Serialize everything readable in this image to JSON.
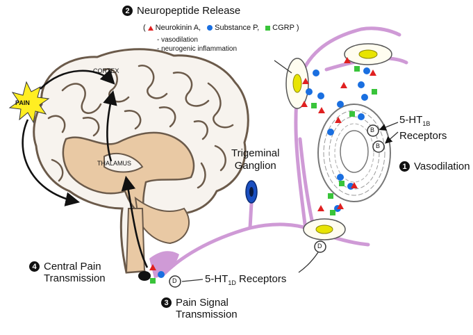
{
  "steps": {
    "vasodilation": {
      "number": "1",
      "label": "Vasodilation"
    },
    "neuropeptide": {
      "number": "2",
      "label": "Neuropeptide Release"
    },
    "pain_signal": {
      "number": "3",
      "line1": "Pain Signal",
      "line2": "Transmission"
    },
    "central_pain": {
      "number": "4",
      "line1": "Central Pain",
      "line2": "Transmission"
    }
  },
  "legend": {
    "open_paren": "(",
    "close_paren": ")",
    "neurokinin": "Neurokinin A,",
    "substance_p": "Substance P,",
    "cgrp": "CGRP"
  },
  "effects": [
    "- vasodilation",
    "- neurogenic inflammation"
  ],
  "labels": {
    "pain": "PAIN",
    "cortex": "CORTEX",
    "thalamus": "THALAMUS",
    "trigeminal_line1": "Trigeminal",
    "trigeminal_line2": "Ganglion",
    "receptor_1b": {
      "prefix": "5-HT",
      "sub": "1B",
      "suffix": "Receptors"
    },
    "receptor_1d": {
      "prefix": "5-HT",
      "sub": "1D",
      "suffix": " Receptors"
    },
    "b_marker": "B",
    "d_marker": "D"
  },
  "colors": {
    "neurokinin": "#e02020",
    "substance_p": "#1a6fe0",
    "cgrp": "#39c43a",
    "nerve": "#cf9ad6",
    "brain_fill": "#e9c9a4",
    "pain_burst": "#ffee22",
    "nerve_body": "#e8e400"
  }
}
